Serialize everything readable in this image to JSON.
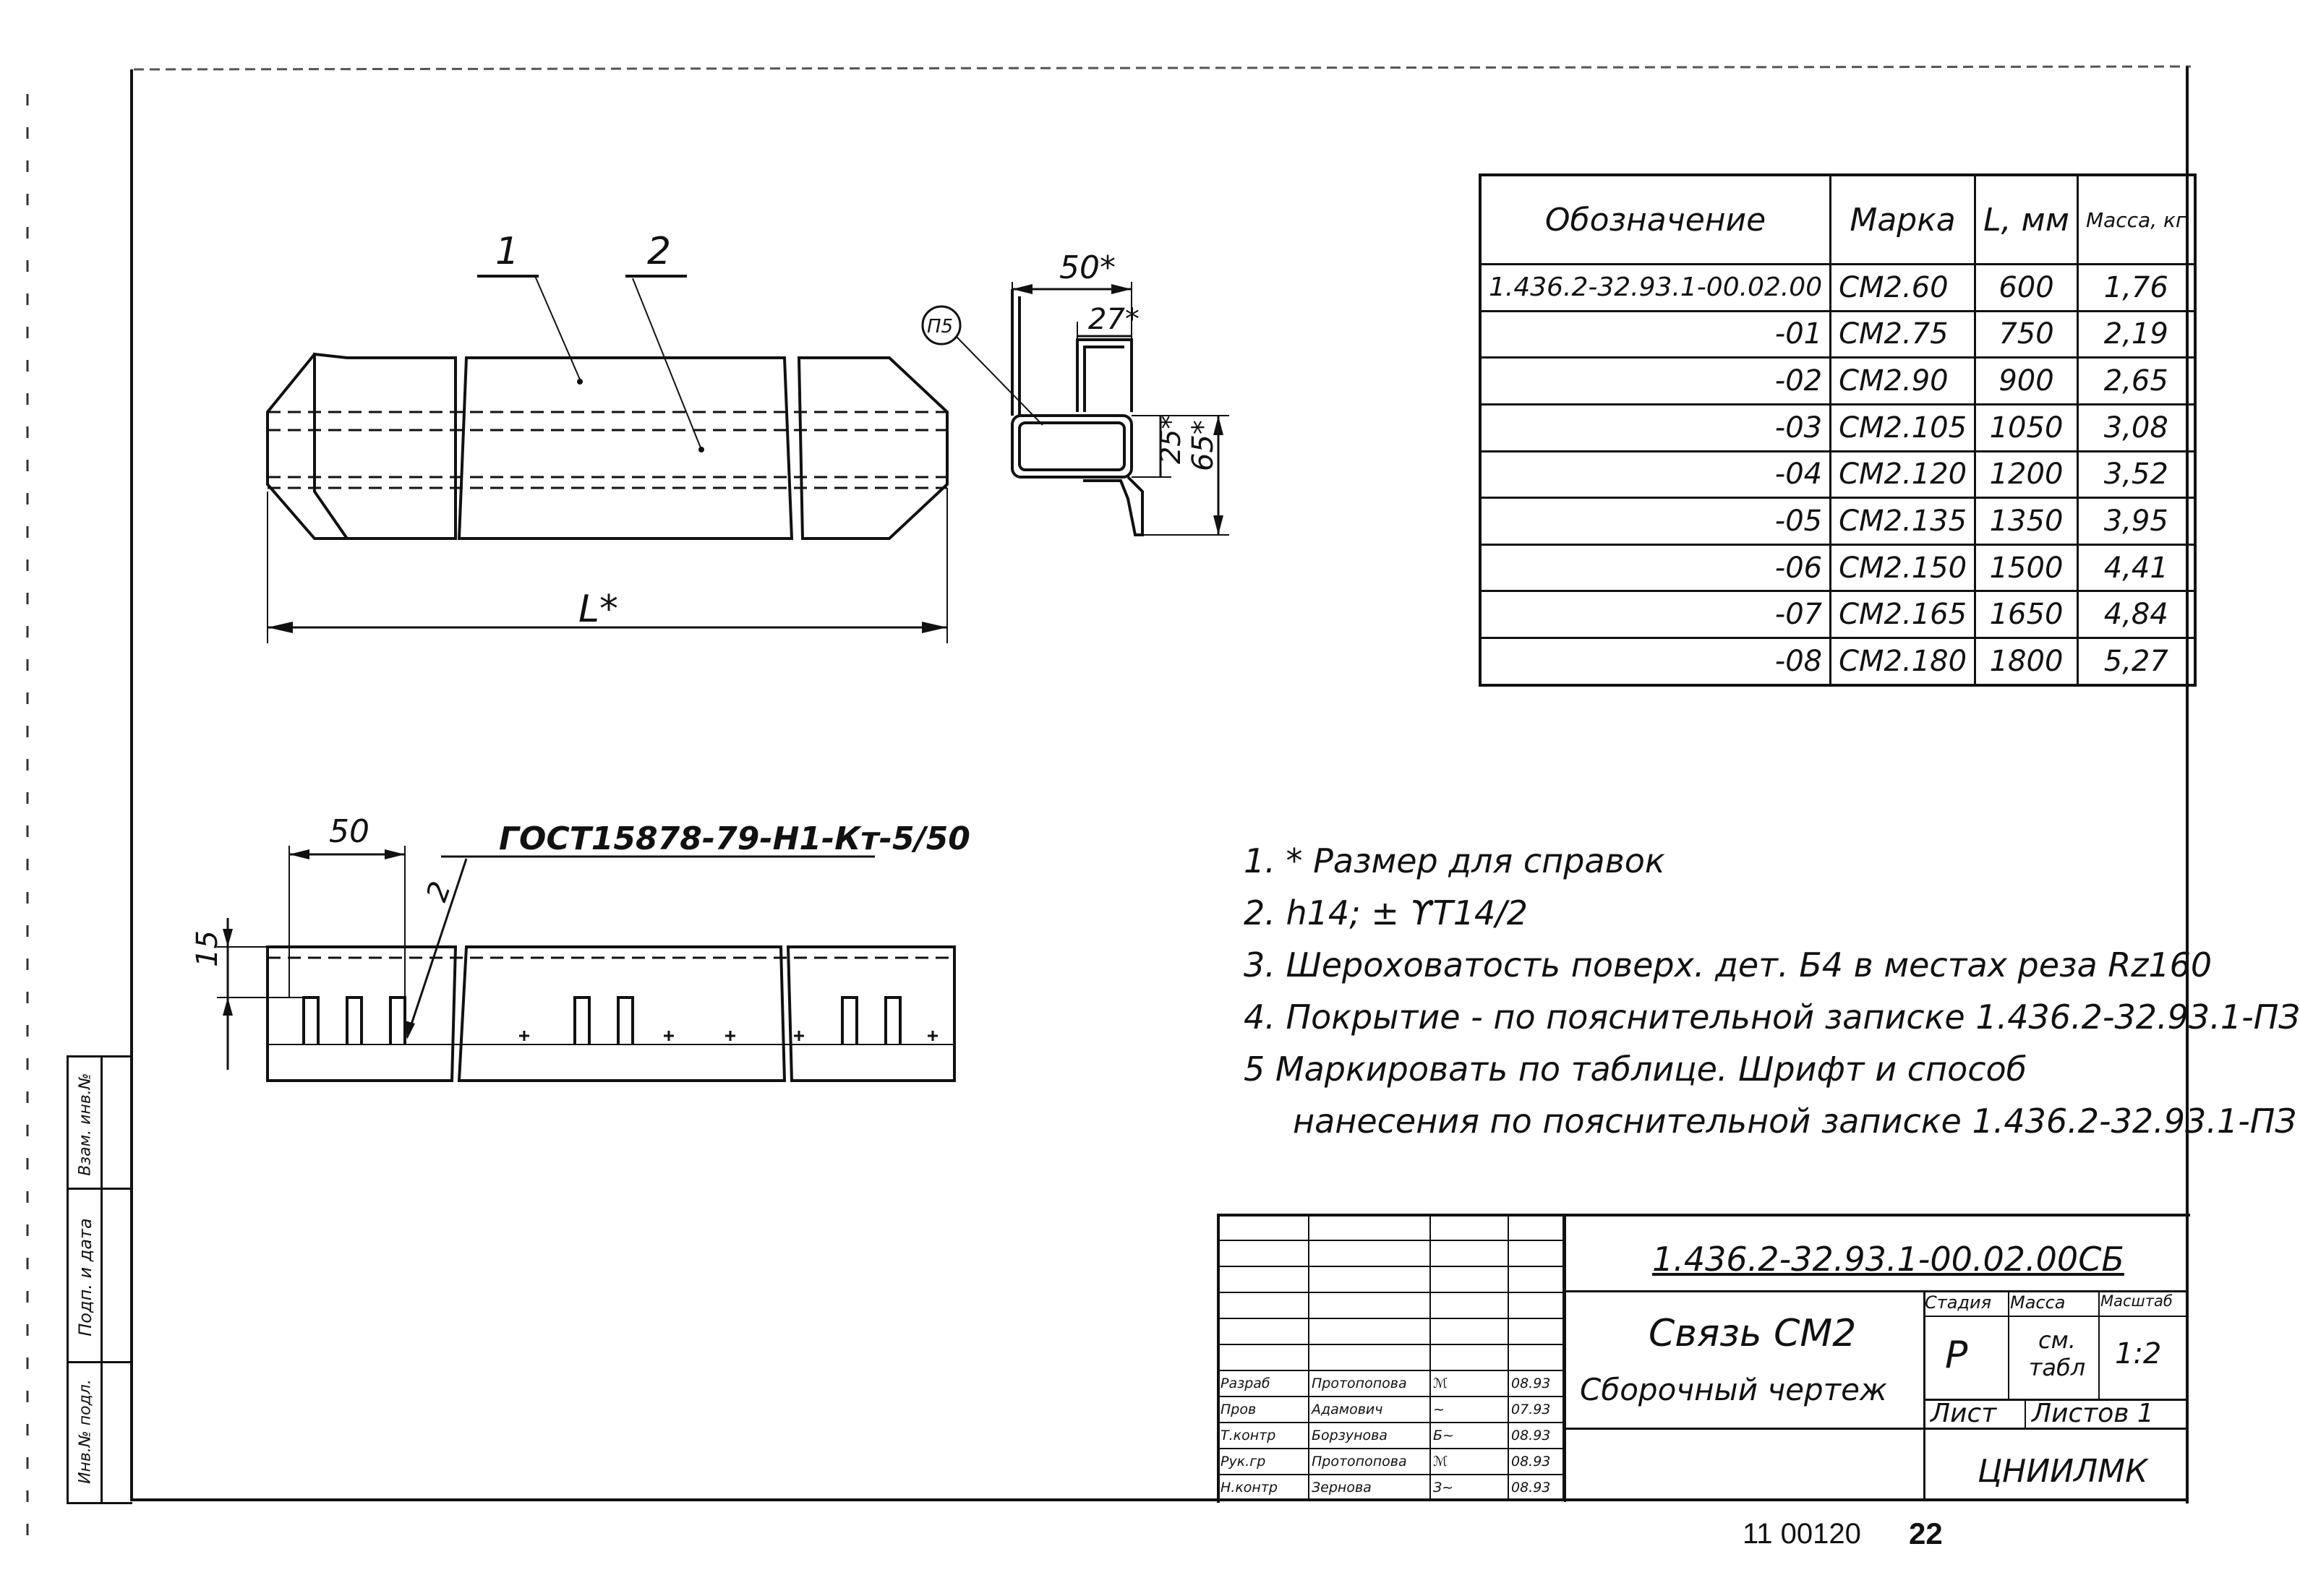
{
  "drawing": {
    "part_labels": [
      "1",
      "2"
    ],
    "length_label": "L*",
    "section_dims": {
      "width": "50*",
      "inner": "27*",
      "height_small": "25*",
      "height_total": "65*",
      "ref": "П5"
    },
    "detail_dims": {
      "spacing": "50",
      "height": "15",
      "weld_callout": "ГОСТ15878-79-Н1-Кт-5/50",
      "weld_part": "2"
    }
  },
  "spec_table": {
    "headers": [
      "Обозначение",
      "Марка",
      "L, мм",
      "Масса, кг"
    ],
    "rows": [
      {
        "designation": "1.436.2-32.93.1-00.02.00",
        "mark": "СМ2.60",
        "length": "600",
        "mass": "1,76"
      },
      {
        "designation": "-01",
        "mark": "СМ2.75",
        "length": "750",
        "mass": "2,19"
      },
      {
        "designation": "-02",
        "mark": "СМ2.90",
        "length": "900",
        "mass": "2,65"
      },
      {
        "designation": "-03",
        "mark": "СМ2.105",
        "length": "1050",
        "mass": "3,08"
      },
      {
        "designation": "-04",
        "mark": "СМ2.120",
        "length": "1200",
        "mass": "3,52"
      },
      {
        "designation": "-05",
        "mark": "СМ2.135",
        "length": "1350",
        "mass": "3,95"
      },
      {
        "designation": "-06",
        "mark": "СМ2.150",
        "length": "1500",
        "mass": "4,41"
      },
      {
        "designation": "-07",
        "mark": "СМ2.165",
        "length": "1650",
        "mass": "4,84"
      },
      {
        "designation": "-08",
        "mark": "СМ2.180",
        "length": "1800",
        "mass": "5,27"
      }
    ]
  },
  "notes": [
    "1. * Размер для справок",
    "2. h14; ± ϒT14/2",
    "3. Шероховатость поверх. дет. Б4 в местах реза Rz160",
    "4. Покрытие - по пояснительной записке 1.436.2-32.93.1-ПЗ",
    "5 Маркировать по таблице. Шрифт и способ",
    "нанесения по пояснительной записке 1.436.2-32.93.1-ПЗ"
  ],
  "title_block": {
    "doc_code": "1.436.2-32.93.1-00.02.00СБ",
    "name_line1": "Связь СМ2",
    "name_line2": "Сборочный чертеж",
    "stage_label": "Стадия",
    "mass_label": "Масса",
    "scale_label": "Масштаб",
    "stage": "Р",
    "mass": "см. табл",
    "scale": "1:2",
    "sheet_label": "Лист",
    "sheets_label": "Листов 1",
    "org": "ЦНИИЛМК",
    "signatures": [
      {
        "role": "Разраб",
        "name": "Протопопова",
        "sign": "ℳ",
        "date": "08.93"
      },
      {
        "role": "Пров",
        "name": "Адамович",
        "sign": "~",
        "date": "07.93"
      },
      {
        "role": "Т.контр",
        "name": "Борзунова",
        "sign": "Б~",
        "date": "08.93"
      },
      {
        "role": "Рук.гр",
        "name": "Протопопова",
        "sign": "ℳ",
        "date": "08.93"
      },
      {
        "role": "Н.контр",
        "name": "Зернова",
        "sign": "З~",
        "date": "08.93"
      }
    ]
  },
  "side_stamp": [
    "Инв.№ подл.",
    "Подп. и дата",
    "Взам. инв.№"
  ],
  "footer": {
    "archive_no": "11 00120",
    "page": "22"
  }
}
